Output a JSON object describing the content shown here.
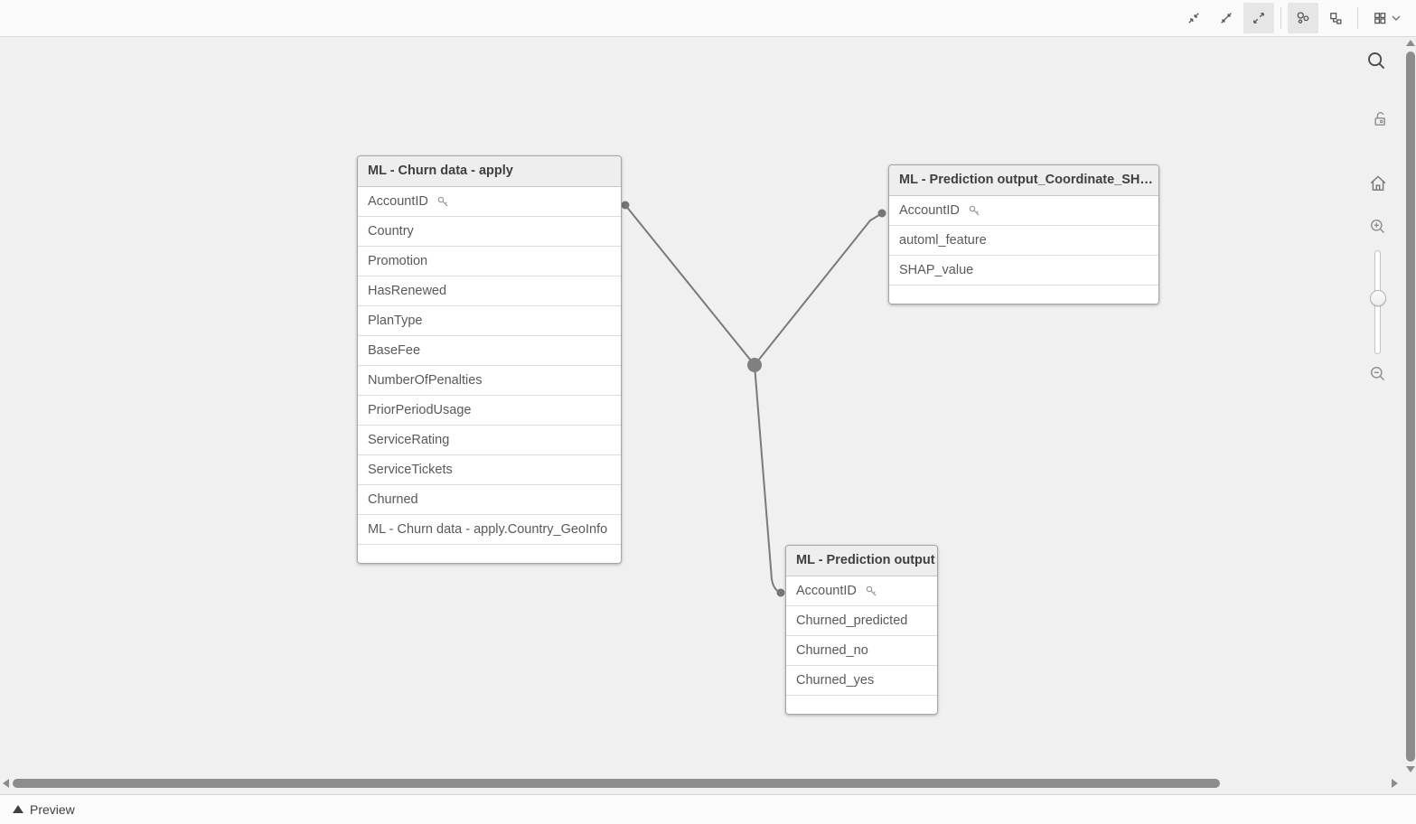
{
  "toolbar": {
    "icons": [
      {
        "name": "collapse-icon",
        "active": false
      },
      {
        "name": "collapse-all-icon",
        "active": false
      },
      {
        "name": "expand-icon",
        "active": true
      },
      {
        "name": "bubble-layout-icon",
        "active": true
      },
      {
        "name": "grid-layout-icon",
        "active": false
      },
      {
        "name": "grid-menu-icon",
        "active": false,
        "chevron": "chevron-down-icon"
      }
    ]
  },
  "side_rail": {
    "icons": [
      "search-icon",
      "unlock-icon",
      "home-icon",
      "zoom-in-icon",
      "zoom-out-icon"
    ],
    "zoom_slider": {
      "orientation": "vertical",
      "position": "middle"
    }
  },
  "tables": [
    {
      "title": "ML - Churn data - apply",
      "fields": [
        {
          "name": "AccountID",
          "key": true
        },
        {
          "name": "Country",
          "key": false
        },
        {
          "name": "Promotion",
          "key": false
        },
        {
          "name": "HasRenewed",
          "key": false
        },
        {
          "name": "PlanType",
          "key": false
        },
        {
          "name": "BaseFee",
          "key": false
        },
        {
          "name": "NumberOfPenalties",
          "key": false
        },
        {
          "name": "PriorPeriodUsage",
          "key": false
        },
        {
          "name": "ServiceRating",
          "key": false
        },
        {
          "name": "ServiceTickets",
          "key": false
        },
        {
          "name": "Churned",
          "key": false
        },
        {
          "name": "ML - Churn data - apply.Country_GeoInfo",
          "key": false
        }
      ]
    },
    {
      "title": "ML - Prediction output_Coordinate_SH…",
      "fields": [
        {
          "name": "AccountID",
          "key": true
        },
        {
          "name": "automl_feature",
          "key": false
        },
        {
          "name": "SHAP_value",
          "key": false
        }
      ]
    },
    {
      "title": "ML - Prediction output",
      "fields": [
        {
          "name": "AccountID",
          "key": true
        },
        {
          "name": "Churned_predicted",
          "key": false
        },
        {
          "name": "Churned_no",
          "key": false
        },
        {
          "name": "Churned_yes",
          "key": false
        }
      ]
    }
  ],
  "connections": [
    {
      "from": "ML - Churn data - apply",
      "to": "ML - Prediction output_Coordinate_SH…",
      "key": "AccountID"
    },
    {
      "from": "ML - Churn data - apply",
      "to": "ML - Prediction output",
      "key": "AccountID"
    }
  ],
  "footer": {
    "preview_label": "Preview"
  },
  "colors": {
    "canvas_bg": "#f0f0f0",
    "toolbar_bg": "#fafafa",
    "table_header_bg": "#eeeeee",
    "table_border": "#a6a6a6",
    "header_text": "#404040",
    "row_text": "#595959",
    "connector": "#7a7a7a",
    "scrollbar_thumb": "#8c8c8c"
  }
}
